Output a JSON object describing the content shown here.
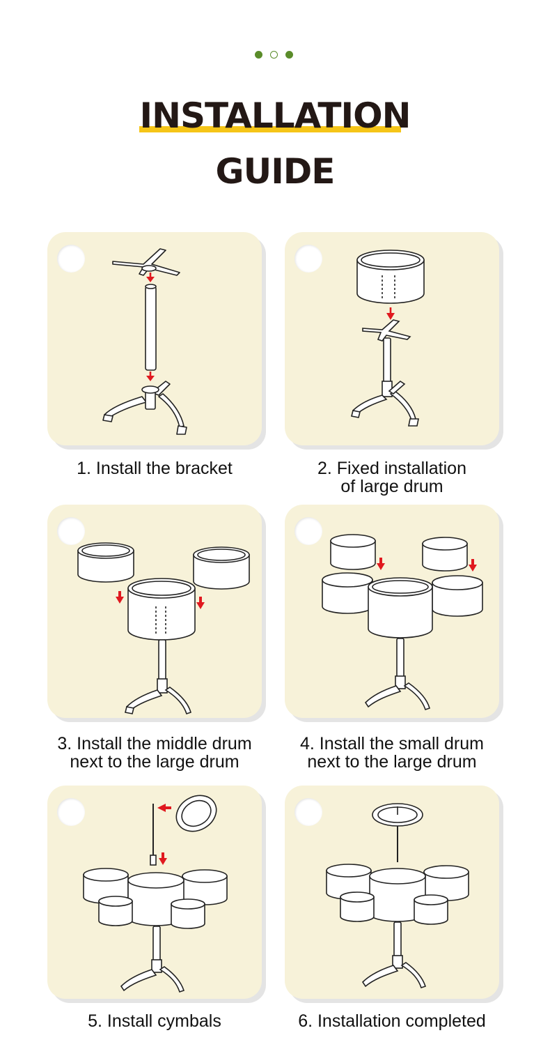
{
  "pagination": {
    "colors": {
      "filled": "#5a8c2a",
      "hollow_border": "#5a8c2a"
    },
    "total": 3,
    "active_index": 1
  },
  "header": {
    "title_line1": "INSTALLATION",
    "title_line2": "GUIDE",
    "underline_color": "#f5c518",
    "title_color": "#231815"
  },
  "card_background": "#f7f2d9",
  "arrow_color": "#e0191f",
  "steps": [
    {
      "icon": "stand-bracket-icon",
      "caption_line1": "1. Install the bracket",
      "caption_line2": ""
    },
    {
      "icon": "large-drum-on-stand-icon",
      "caption_line1": "2. Fixed installation",
      "caption_line2": "of large drum"
    },
    {
      "icon": "middle-drums-icon",
      "caption_line1": "3. Install the middle drum",
      "caption_line2": "next to the large drum"
    },
    {
      "icon": "small-drums-icon",
      "caption_line1": "4. Install the small drum",
      "caption_line2": "next to the large drum"
    },
    {
      "icon": "cymbal-install-icon",
      "caption_line1": "5. Install cymbals",
      "caption_line2": ""
    },
    {
      "icon": "complete-drum-kit-icon",
      "caption_line1": "6. Installation completed",
      "caption_line2": ""
    }
  ]
}
